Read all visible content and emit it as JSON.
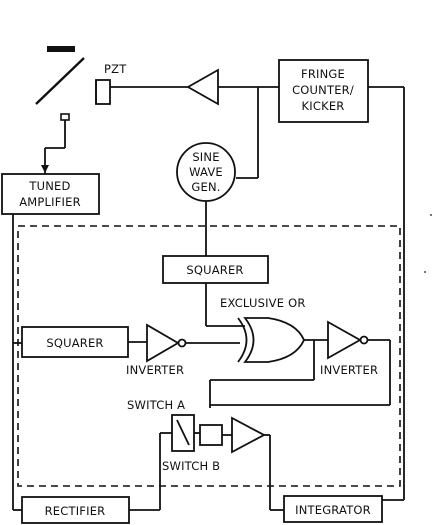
{
  "diagram": {
    "labels": {
      "pzt": "PZT",
      "fringe_counter_line1": "FRINGE",
      "fringe_counter_line2": "COUNTER/",
      "fringe_counter_line3": "KICKER",
      "sine_line1": "SINE",
      "sine_line2": "WAVE",
      "sine_line3": "GEN.",
      "tuned_amp_line1": "TUNED",
      "tuned_amp_line2": "AMPLIFIER",
      "squarer_top": "SQUARER",
      "exclusive_or": "EXCLUSIVE OR",
      "squarer_left": "SQUARER",
      "inverter_left": "INVERTER",
      "inverter_right": "INVERTER",
      "switch_a": "SWITCH A",
      "switch_b": "SWITCH B",
      "rectifier": "RECTIFIER",
      "integrator": "INTEGRATOR"
    }
  }
}
